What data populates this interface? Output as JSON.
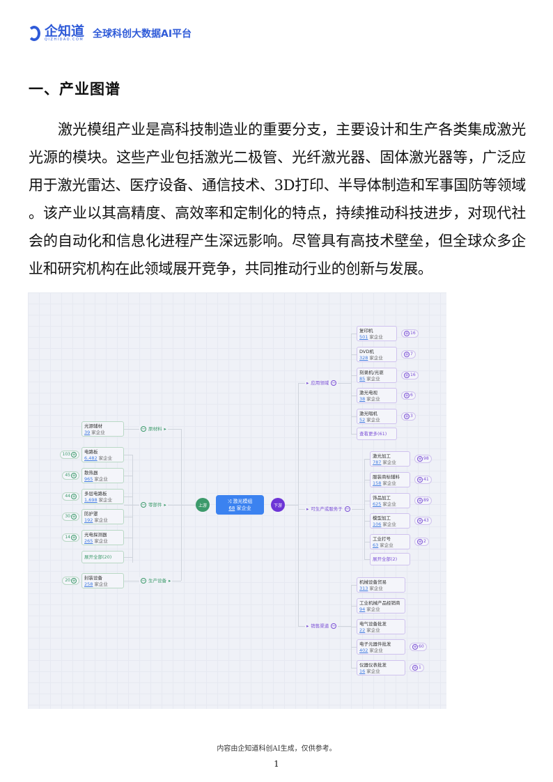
{
  "header": {
    "brand": "企知道",
    "brand_sub": "QIZHIDAO.COM",
    "slogan": "全球科创大数据AI平台"
  },
  "section_title": "一、产业图谱",
  "paragraph": "激光模组产业是高科技制造业的重要分支，主要设计和生产各类集成激光光源的模块。这些产业包括激光二极管、光纤激光器、固体激光器等，广泛应用于激光雷达、医疗设备、通信技术、3D打印、半导体制造和军事国防等领域。该产业以其高精度、高效率和定制化的特点，持续推动科技进步，对现代社会的自动化和信息化进程产生深远影响。尽管具有高技术壁垒，但全球众多企业和研究机构在此领域展开竞争，共同推动行业的创新与发展。",
  "map": {
    "unit": "家企业",
    "center": {
      "name": "激光模组",
      "count": "68"
    },
    "upstream_label": "上游",
    "downstream_label": "下游",
    "colors": {
      "upstream": "#3c9a6b",
      "downstream": "#7b4fd6",
      "center": "#3b82f0"
    },
    "upstream": [
      {
        "label": "原材料",
        "nodes": [
          {
            "name": "光源辅材",
            "count": "39"
          }
        ]
      },
      {
        "label": "零部件",
        "nodes": [
          {
            "name": "电路板",
            "count": "6,482",
            "badge": "103"
          },
          {
            "name": "散热器",
            "count": "965",
            "badge": "45"
          },
          {
            "name": "多层电路板",
            "count": "1,698",
            "badge": "44"
          },
          {
            "name": "防护罩",
            "count": "192",
            "badge": "30"
          },
          {
            "name": "光电探测器",
            "count": "265",
            "badge": "14"
          }
        ],
        "more": "展开全部(20)"
      },
      {
        "label": "生产设备",
        "nodes": [
          {
            "name": "封装设备",
            "count": "258",
            "badge": "20"
          }
        ]
      }
    ],
    "downstream": [
      {
        "label": "应用领域",
        "nodes": [
          {
            "name": "复印机",
            "count": "501",
            "badge": "16"
          },
          {
            "name": "DVD机",
            "count": "328",
            "badge": "7"
          },
          {
            "name": "刻录机/光驱",
            "count": "85",
            "badge": "16"
          },
          {
            "name": "激光电视",
            "count": "38",
            "badge": "6"
          },
          {
            "name": "激光唱机",
            "count": "52",
            "badge": "3"
          }
        ],
        "more": "查看更多(61)"
      },
      {
        "label": "可生产或服务于",
        "nodes": [
          {
            "name": "激光加工",
            "count": "787",
            "badge": "98"
          },
          {
            "name": "服装商标辅料",
            "count": "158",
            "badge": "41"
          },
          {
            "name": "饰品加工",
            "count": "625",
            "badge": "89"
          },
          {
            "name": "模型加工",
            "count": "106",
            "badge": "43"
          },
          {
            "name": "工业打号",
            "count": "63",
            "badge": "2"
          }
        ],
        "more": "展开全部(2)"
      },
      {
        "label": "销售渠道",
        "nodes": [
          {
            "name": "机械设备贸易",
            "count": "313"
          },
          {
            "name": "工业机械产品经销商",
            "count": "94"
          },
          {
            "name": "电气设备批发",
            "count": "22"
          },
          {
            "name": "电子元器件批发",
            "count": "402",
            "badge": "60"
          },
          {
            "name": "仪器仪表批发",
            "count": "16",
            "badge": "1"
          }
        ]
      }
    ]
  },
  "footer": "内容由企知道科创AI生成，仅供参考。",
  "page_number": "1"
}
